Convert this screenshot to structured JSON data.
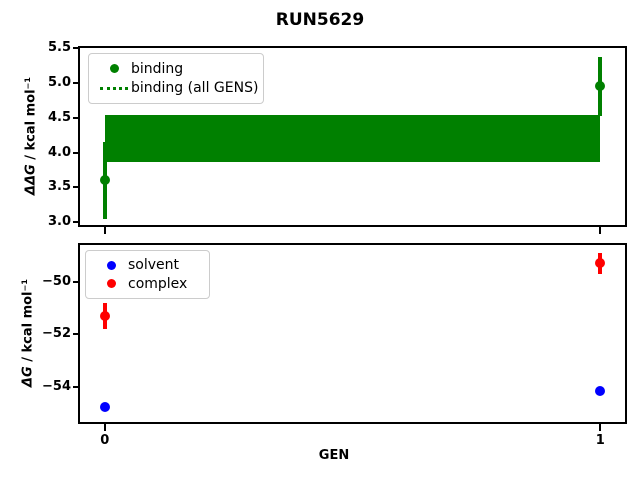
{
  "title": "RUN5629",
  "colors": {
    "binding": "#008000",
    "solvent": "#0000ff",
    "complex": "#ff0000",
    "axis": "#000000",
    "legend_border": "#cccccc"
  },
  "chart_data": [
    {
      "type": "scatter",
      "name": "ddg-binding-plot",
      "title": "RUN5629",
      "ylabel": {
        "math": "ΔΔG",
        "rest": " / kcal mol⁻¹"
      },
      "x": [
        0,
        1
      ],
      "series": [
        {
          "name": "binding",
          "color_key": "binding",
          "values": [
            3.6,
            4.95
          ],
          "yerr": [
            0.55,
            0.42
          ]
        }
      ],
      "band": {
        "label": "binding (all GENS)",
        "color_key": "binding",
        "low": 3.87,
        "high": 4.54,
        "mean": 4.2,
        "x_span": [
          0,
          1
        ],
        "style": "dotted mean line with solid fill"
      },
      "legend": {
        "position": "upper left",
        "entries": [
          "binding",
          "binding (all GENS)"
        ]
      },
      "ylim": [
        2.96,
        5.5
      ],
      "yticks": [
        {
          "v": 3.0,
          "label": "3.0"
        },
        {
          "v": 3.5,
          "label": "3.5"
        },
        {
          "v": 4.0,
          "label": "4.0"
        },
        {
          "v": 4.5,
          "label": "4.5"
        },
        {
          "v": 5.0,
          "label": "5.0"
        },
        {
          "v": 5.5,
          "label": "5.5"
        }
      ],
      "xlim": [
        -0.05,
        1.05
      ],
      "xticks": [
        {
          "v": 0,
          "label": ""
        },
        {
          "v": 1,
          "label": ""
        }
      ],
      "grid": false
    },
    {
      "type": "scatter",
      "name": "dg-plot",
      "xlabel": "GEN",
      "ylabel": {
        "math": "ΔG",
        "rest": " / kcal mol⁻¹"
      },
      "x": [
        0,
        1
      ],
      "series": [
        {
          "name": "solvent",
          "color_key": "solvent",
          "values": [
            -54.78,
            -54.15
          ],
          "yerr": [
            0.15,
            0.15
          ]
        },
        {
          "name": "complex",
          "color_key": "complex",
          "values": [
            -51.3,
            -49.3
          ],
          "yerr": [
            0.5,
            0.4
          ]
        }
      ],
      "legend": {
        "position": "upper left",
        "entries": [
          "solvent",
          "complex"
        ]
      },
      "ylim": [
        -55.35,
        -48.6
      ],
      "yticks": [
        {
          "v": -50,
          "label": "−50"
        },
        {
          "v": -52,
          "label": "−52"
        },
        {
          "v": -54,
          "label": "−54"
        }
      ],
      "xlim": [
        -0.05,
        1.05
      ],
      "xticks": [
        {
          "v": 0,
          "label": "0"
        },
        {
          "v": 1,
          "label": "1"
        }
      ],
      "grid": false
    }
  ]
}
